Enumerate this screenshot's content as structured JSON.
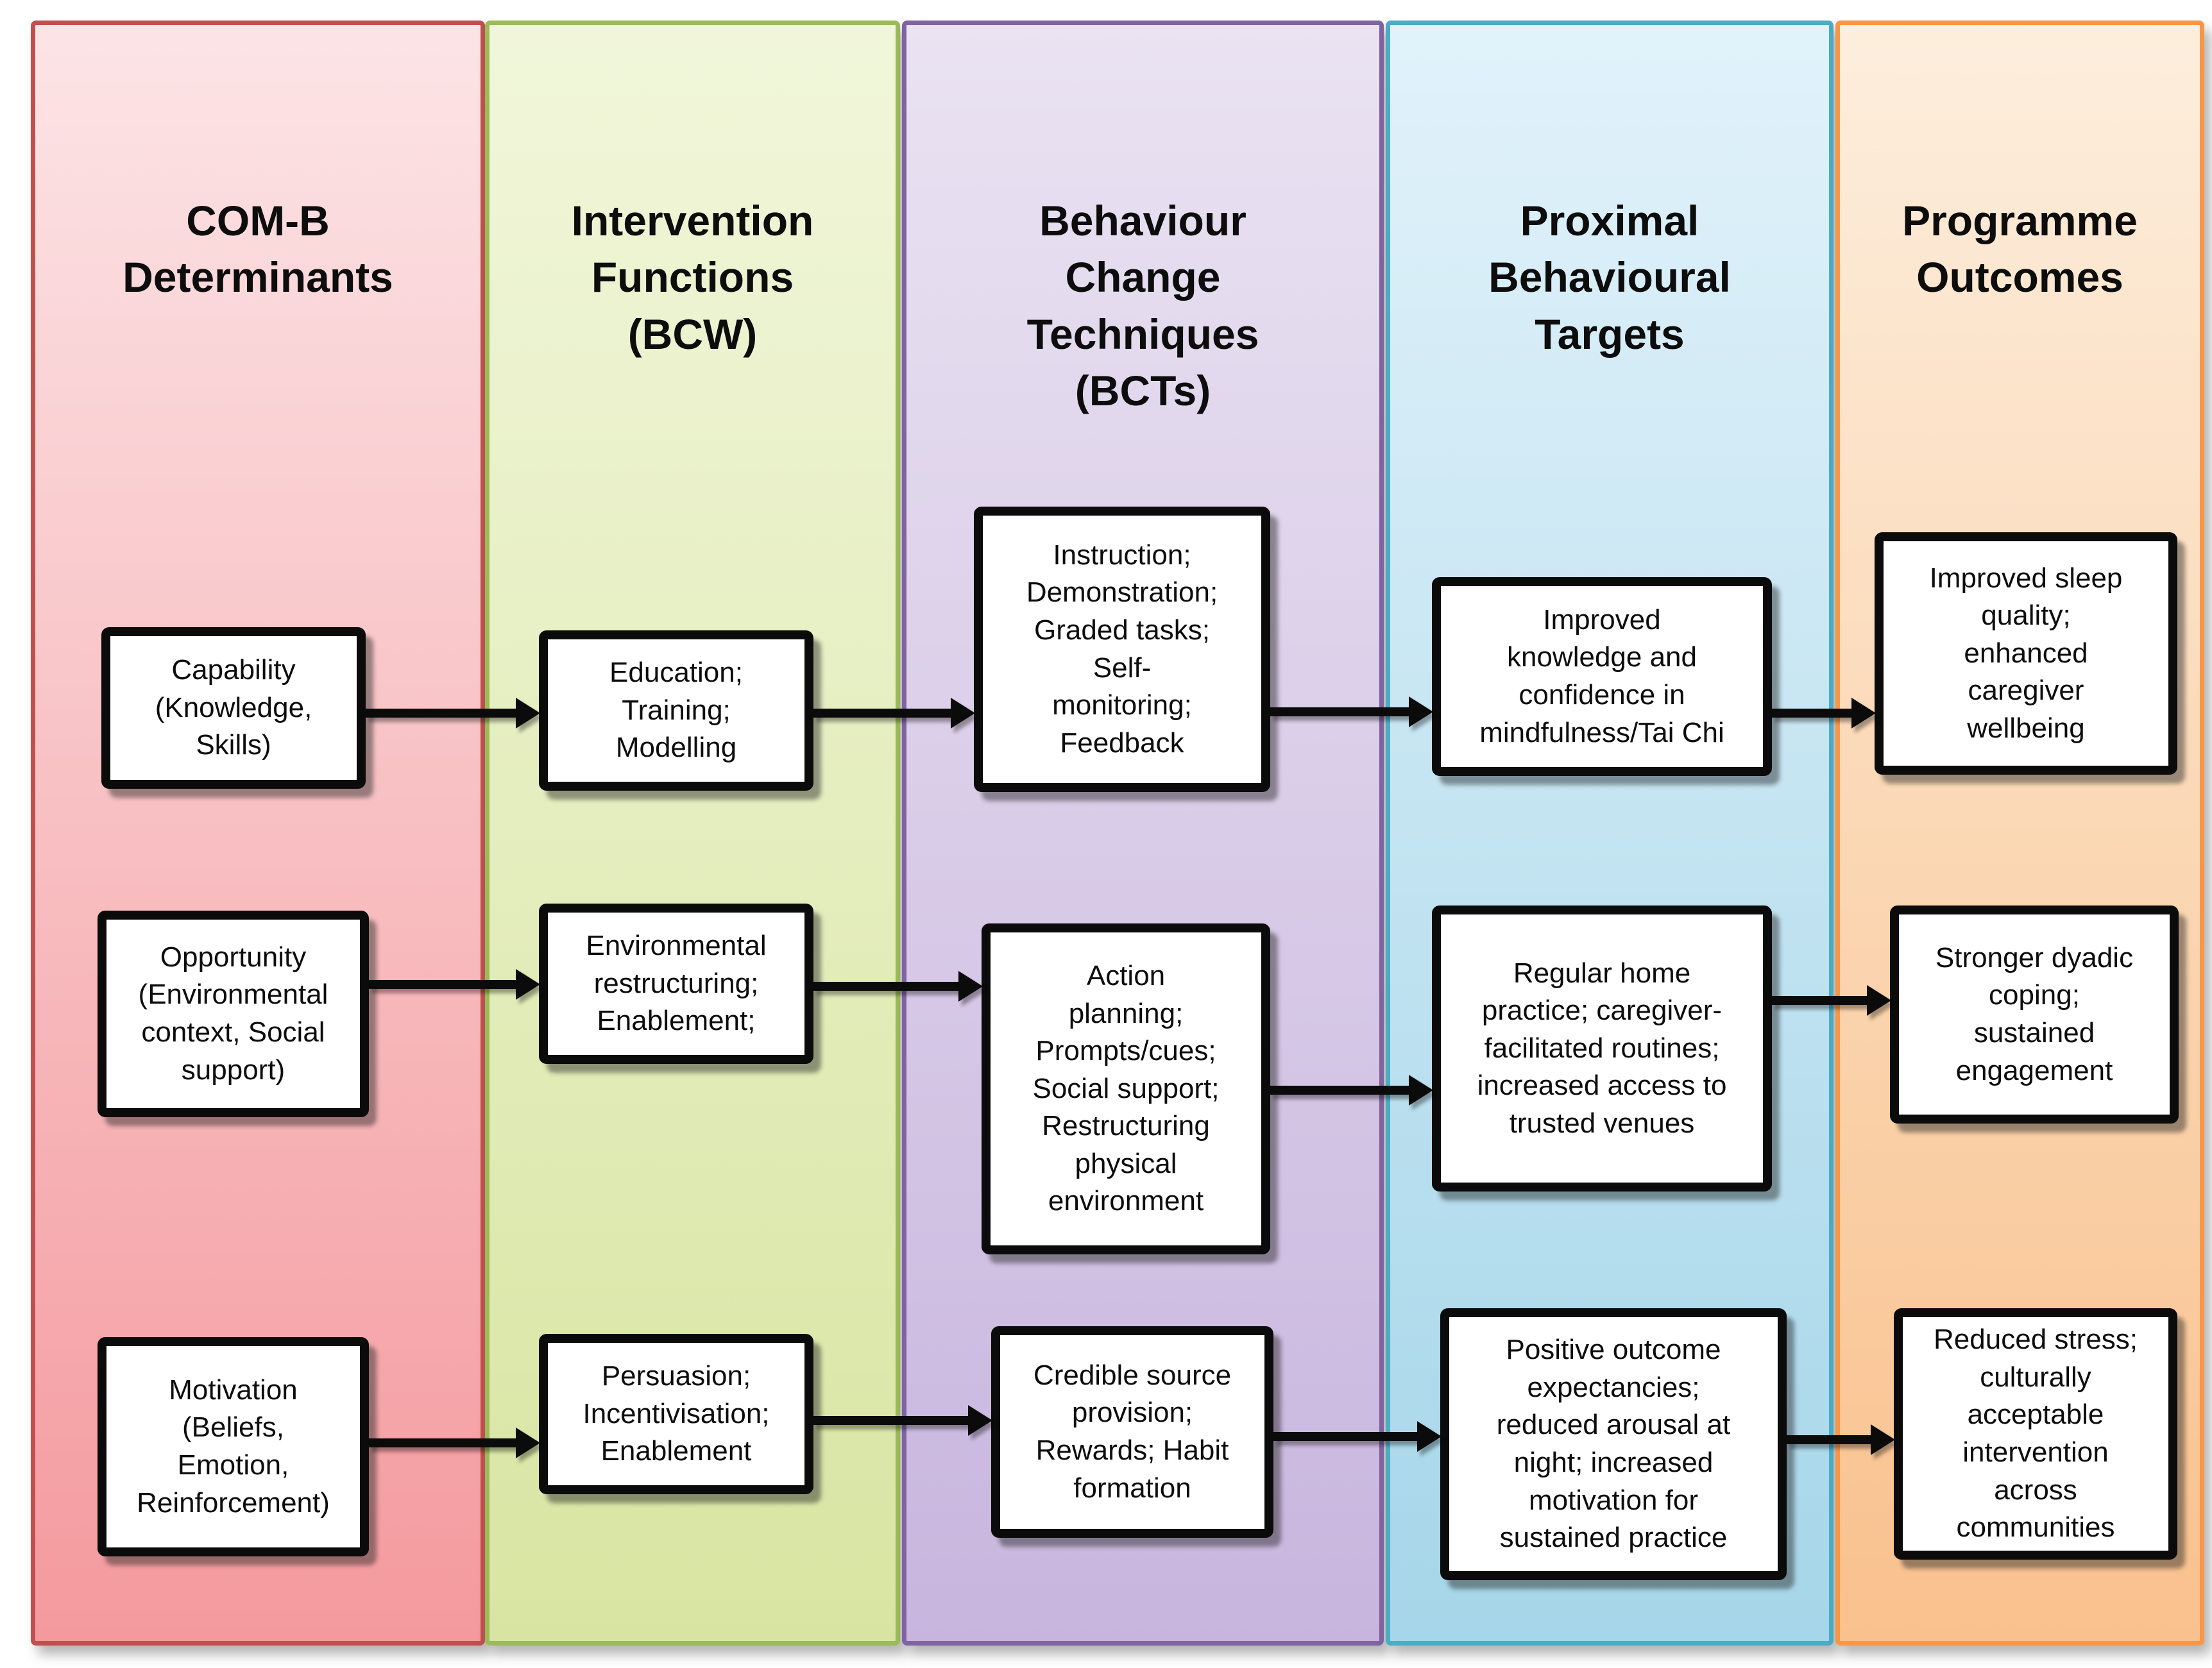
{
  "diagram_type": "logic-model-flow-diagram",
  "arrow_color": "#000000",
  "box_border_color": "#000000",
  "box_fill_color": "#FFFFFF",
  "columns": [
    {
      "id": "com-b-determinants",
      "header": "COM-B\nDeterminants",
      "accent_border": "#C0504D",
      "fill_top": "#FCE4E6",
      "fill_bottom": "#F49A9E",
      "boxes": [
        {
          "text": "Capability\n(Knowledge,\nSkills)"
        },
        {
          "text": "Opportunity\n(Environmental\ncontext, Social\nsupport)"
        },
        {
          "text": "Motivation\n(Beliefs,\nEmotion,\nReinforcement)"
        }
      ]
    },
    {
      "id": "intervention-functions-bcw",
      "header": "Intervention\nFunctions\n(BCW)",
      "accent_border": "#9BBB59",
      "fill_top": "#F1F6DA",
      "fill_bottom": "#D8E5A2",
      "boxes": [
        {
          "text": "Education;\nTraining;\nModelling"
        },
        {
          "text": "Environmental\nrestructuring;\nEnablement;"
        },
        {
          "text": "Persuasion;\nIncentivisation;\nEnablement"
        }
      ]
    },
    {
      "id": "behaviour-change-techniques-bcts",
      "header": "Behaviour\nChange\nTechniques\n(BCTs)",
      "accent_border": "#8064A2",
      "fill_top": "#EAE3F2",
      "fill_bottom": "#C8B5DE",
      "boxes": [
        {
          "text": "Instruction;\nDemonstration;\nGraded tasks;\nSelf-\nmonitoring;\nFeedback"
        },
        {
          "text": "Action\nplanning;\nPrompts/cues;\nSocial support;\nRestructuring\nphysical\nenvironment"
        },
        {
          "text": "Credible source\nprovision;\nRewards; Habit\nformation"
        }
      ]
    },
    {
      "id": "proximal-behavioural-targets",
      "header": "Proximal\nBehavioural\nTargets",
      "accent_border": "#4BACC6",
      "fill_top": "#E1F2FA",
      "fill_bottom": "#A6D6E9",
      "boxes": [
        {
          "text": "Improved\nknowledge and\nconfidence in\nmindfulness/Tai Chi"
        },
        {
          "text": "Regular home\npractice; caregiver-\nfacilitated routines;\nincreased access to\ntrusted venues"
        },
        {
          "text": "Positive outcome\nexpectancies;\nreduced arousal at\nnight; increased\nmotivation for\nsustained practice"
        }
      ]
    },
    {
      "id": "programme-outcomes",
      "header": "Programme\nOutcomes",
      "accent_border": "#F79646",
      "fill_top": "#FDEEDD",
      "fill_bottom": "#F9C18D",
      "boxes": [
        {
          "text": "Improved sleep\nquality;\nenhanced\ncaregiver\nwellbeing"
        },
        {
          "text": "Stronger dyadic\ncoping;\nsustained\nengagement"
        },
        {
          "text": "Reduced stress;\nculturally\nacceptable\nintervention\nacross\ncommunities"
        }
      ]
    }
  ],
  "arrows": [
    {
      "row": 1,
      "from": "com-b-determinants",
      "to": "intervention-functions-bcw",
      "direction": "right"
    },
    {
      "row": 1,
      "from": "intervention-functions-bcw",
      "to": "behaviour-change-techniques-bcts",
      "direction": "right"
    },
    {
      "row": 1,
      "from": "behaviour-change-techniques-bcts",
      "to": "proximal-behavioural-targets",
      "direction": "right"
    },
    {
      "row": 1,
      "from": "proximal-behavioural-targets",
      "to": "programme-outcomes",
      "direction": "right"
    },
    {
      "row": 2,
      "from": "com-b-determinants",
      "to": "intervention-functions-bcw",
      "direction": "right"
    },
    {
      "row": 2,
      "from": "intervention-functions-bcw",
      "to": "behaviour-change-techniques-bcts",
      "direction": "right"
    },
    {
      "row": 2,
      "from": "behaviour-change-techniques-bcts",
      "to": "proximal-behavioural-targets",
      "direction": "right"
    },
    {
      "row": 2,
      "from": "proximal-behavioural-targets",
      "to": "programme-outcomes",
      "direction": "right"
    },
    {
      "row": 3,
      "from": "com-b-determinants",
      "to": "intervention-functions-bcw",
      "direction": "right"
    },
    {
      "row": 3,
      "from": "intervention-functions-bcw",
      "to": "behaviour-change-techniques-bcts",
      "direction": "right"
    },
    {
      "row": 3,
      "from": "behaviour-change-techniques-bcts",
      "to": "proximal-behavioural-targets",
      "direction": "right"
    },
    {
      "row": 3,
      "from": "proximal-behavioural-targets",
      "to": "programme-outcomes",
      "direction": "right"
    }
  ]
}
